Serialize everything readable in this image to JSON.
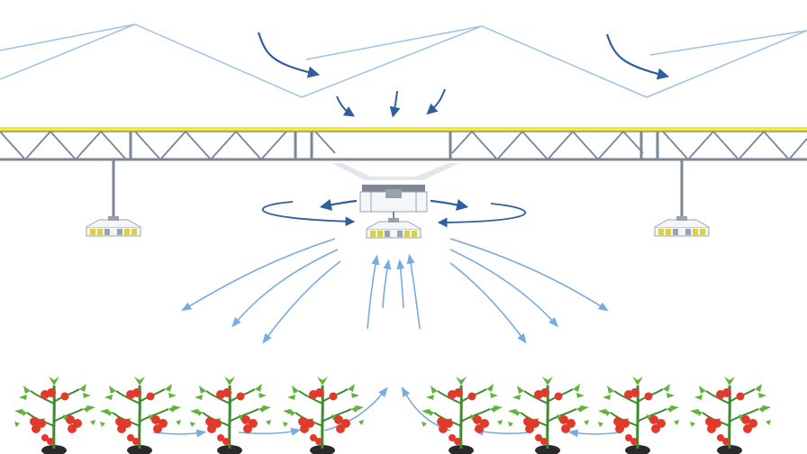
{
  "diagram": {
    "colors": {
      "roof_line": "#9cc3e6",
      "truss_steel": "#7d8793",
      "truss_top_highlight": "#f2ea3a",
      "airflow_dark": "#2f5f9f",
      "airflow_light": "#7aabdd",
      "fixture_frame": "#9aa3ad",
      "fixture_lamp": "#d9d04a",
      "fixture_body": "#f4f6f8",
      "stem_green": "#3d8b2f",
      "leaf_green": "#5fb33a",
      "tomato_red": "#e23a2a",
      "soil": "#2a2a2a"
    },
    "icons": [
      "greenhouse-roof",
      "steel-truss",
      "grow-light-fixture",
      "hvac-fan-unit",
      "airflow-arrow",
      "tomato-plant"
    ],
    "counts": {
      "side_fixtures": 2,
      "tomato_plants": 8
    }
  }
}
